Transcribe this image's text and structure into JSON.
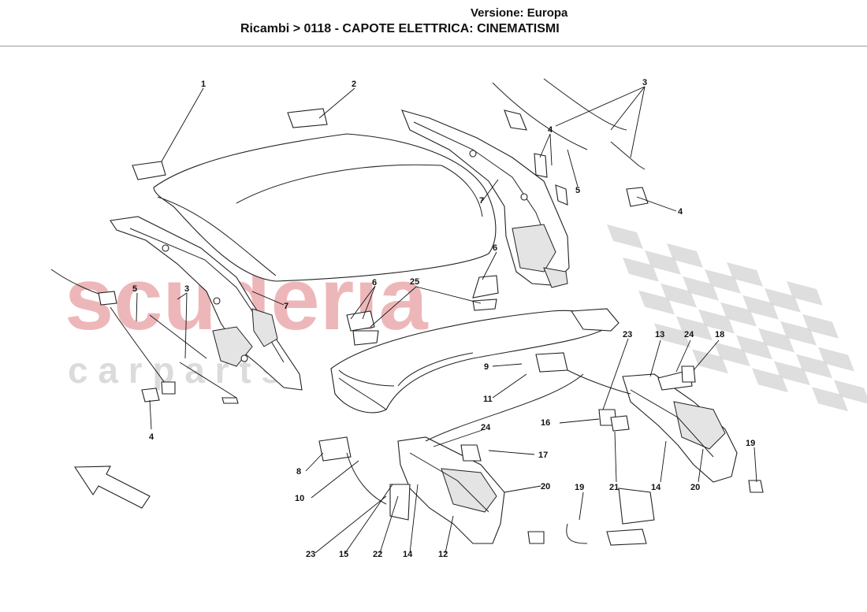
{
  "header": {
    "version": "Versione: Europa",
    "breadcrumb": "Ricambi > 0118 - CAPOTE ELETTRICA: CINEMATISMI"
  },
  "watermark": {
    "brand": "scuderia",
    "sub": "c a r p a r t s",
    "brand_color": "#e8a0a4",
    "check_color": "#d6d6d6"
  },
  "callouts": [
    {
      "id": "c1",
      "label": "1"
    },
    {
      "id": "c2",
      "label": "2"
    },
    {
      "id": "c3a",
      "label": "3"
    },
    {
      "id": "c3b",
      "label": "3"
    },
    {
      "id": "c4a",
      "label": "4"
    },
    {
      "id": "c4b",
      "label": "4"
    },
    {
      "id": "c4c",
      "label": "4"
    },
    {
      "id": "c5a",
      "label": "5"
    },
    {
      "id": "c5b",
      "label": "5"
    },
    {
      "id": "c6a",
      "label": "6"
    },
    {
      "id": "c6b",
      "label": "6"
    },
    {
      "id": "c7a",
      "label": "7"
    },
    {
      "id": "c7b",
      "label": "7"
    },
    {
      "id": "c8",
      "label": "8"
    },
    {
      "id": "c9",
      "label": "9"
    },
    {
      "id": "c10",
      "label": "10"
    },
    {
      "id": "c11",
      "label": "11"
    },
    {
      "id": "c12",
      "label": "12"
    },
    {
      "id": "c13",
      "label": "13"
    },
    {
      "id": "c14a",
      "label": "14"
    },
    {
      "id": "c14b",
      "label": "14"
    },
    {
      "id": "c15",
      "label": "15"
    },
    {
      "id": "c16",
      "label": "16"
    },
    {
      "id": "c17",
      "label": "17"
    },
    {
      "id": "c18",
      "label": "18"
    },
    {
      "id": "c19a",
      "label": "19"
    },
    {
      "id": "c19b",
      "label": "19"
    },
    {
      "id": "c20a",
      "label": "20"
    },
    {
      "id": "c20b",
      "label": "20"
    },
    {
      "id": "c21",
      "label": "21"
    },
    {
      "id": "c22",
      "label": "22"
    },
    {
      "id": "c23a",
      "label": "23"
    },
    {
      "id": "c23b",
      "label": "23"
    },
    {
      "id": "c24a",
      "label": "24"
    },
    {
      "id": "c24b",
      "label": "24"
    },
    {
      "id": "c25",
      "label": "25"
    }
  ]
}
